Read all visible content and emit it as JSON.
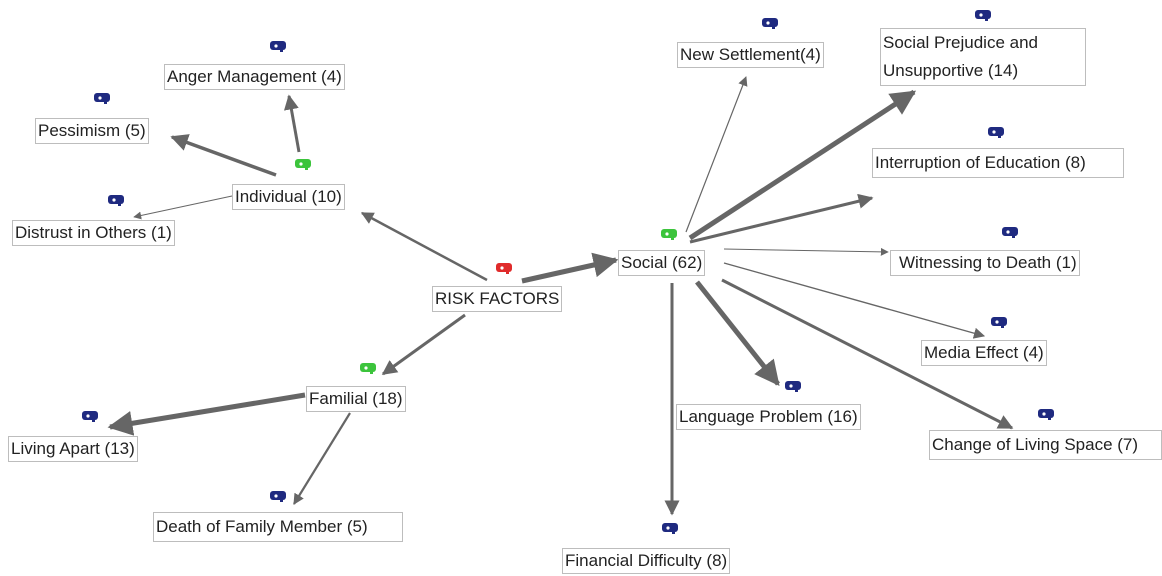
{
  "colors": {
    "root_icon": "#e02b2b",
    "category_icon": "#3cc43c",
    "leaf_icon": "#1f2a80",
    "edge": "#666666",
    "node_border": "#bdbdbd"
  },
  "icon_name": "code-node-icon",
  "nodes": {
    "root": {
      "label": "RISK FACTORS"
    },
    "individual": {
      "label": "Individual (10)"
    },
    "familial": {
      "label": "Familial (18)"
    },
    "social": {
      "label": "Social (62)"
    },
    "anger_management": {
      "label": "Anger Management (4)"
    },
    "pessimism": {
      "label": "Pessimism (5)"
    },
    "distrust": {
      "label": "Distrust in Others (1)"
    },
    "living_apart": {
      "label": "Living Apart (13)"
    },
    "death_family": {
      "label": "Death of Family Member (5)"
    },
    "new_settlement": {
      "label": "New Settlement(4)"
    },
    "social_prejudice": {
      "label": "Social Prejudice and Unsupportive (14)"
    },
    "interruption": {
      "label": "Interruption of Education (8)"
    },
    "witnessing": {
      "label": "Witnessing to Death (1)"
    },
    "media": {
      "label": "Media Effect (4)"
    },
    "language": {
      "label": "Language Problem (16)"
    },
    "living_space": {
      "label": "Change of Living Space (7)"
    },
    "financial": {
      "label": "Financial Difficulty (8)"
    }
  }
}
